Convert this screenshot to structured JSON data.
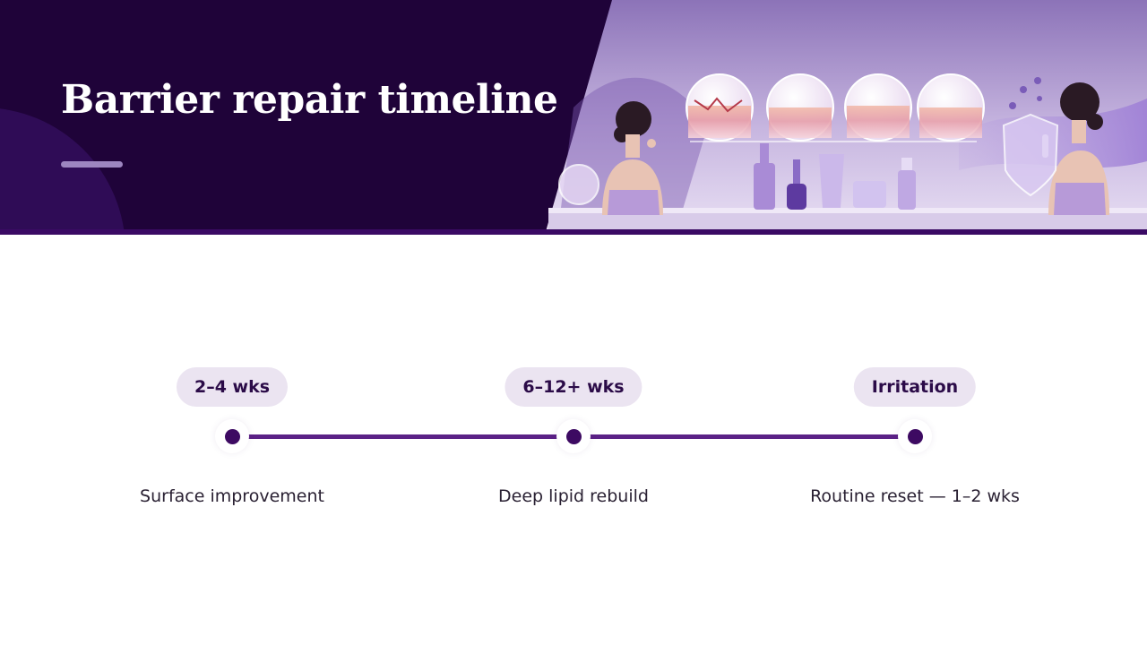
{
  "slide": {
    "title": "Barrier repair timeline",
    "image_icon": "skincare-routine-illustration"
  },
  "colors": {
    "header_bg": "#1f0339",
    "accent": "#3d0a62",
    "line": "#5b2186",
    "pill_bg": "#ebe4f1"
  },
  "timeline": {
    "milestones": [
      {
        "label": "2–4 wks",
        "caption": "Surface improvement"
      },
      {
        "label": "6–12+ wks",
        "caption": "Deep lipid rebuild"
      },
      {
        "label": "Irritation",
        "caption": "Routine reset — 1–2 wks"
      }
    ]
  }
}
